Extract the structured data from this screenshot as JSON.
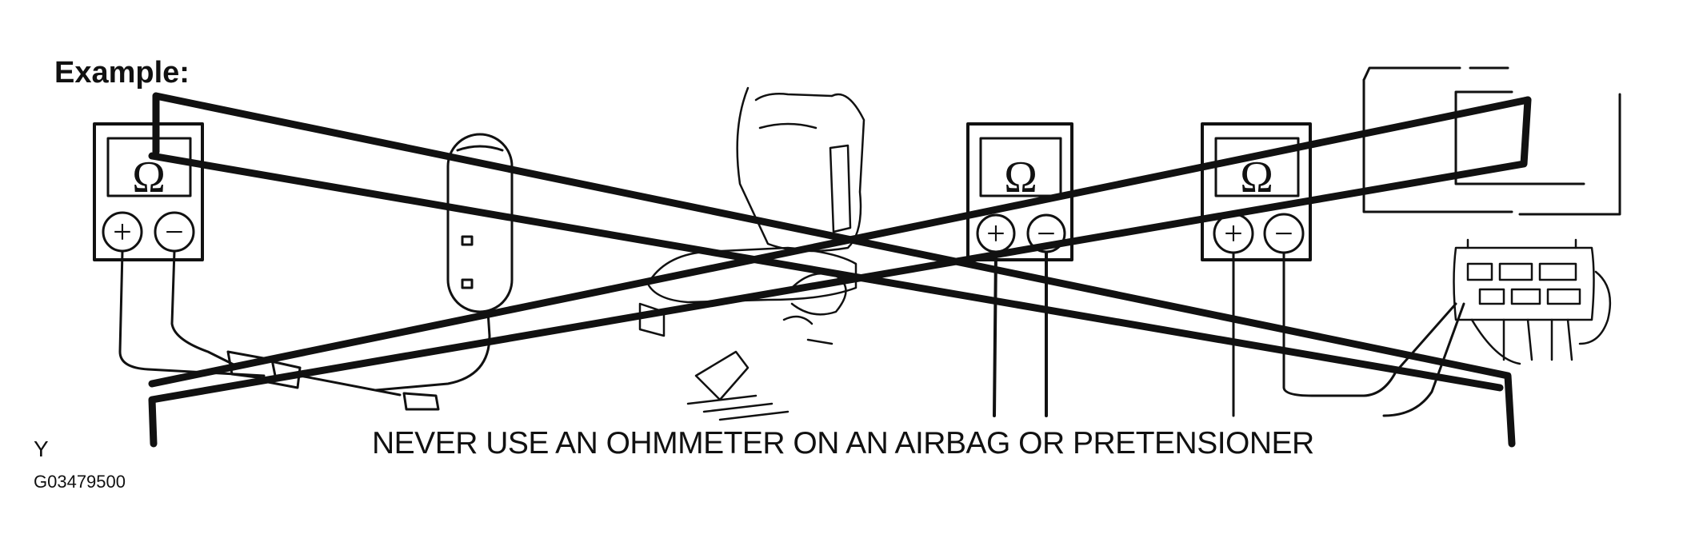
{
  "title": "Example:",
  "warning": "NEVER USE AN OHMMETER ON AN AIRBAG OR PRETENSIONER",
  "side_letter": "Y",
  "figure_code": "G03479500",
  "meter_symbol": "Ω",
  "plus_symbol": "+",
  "minus_symbol": "−",
  "colors": {
    "ink": "#111111",
    "paper": "#ffffff"
  }
}
